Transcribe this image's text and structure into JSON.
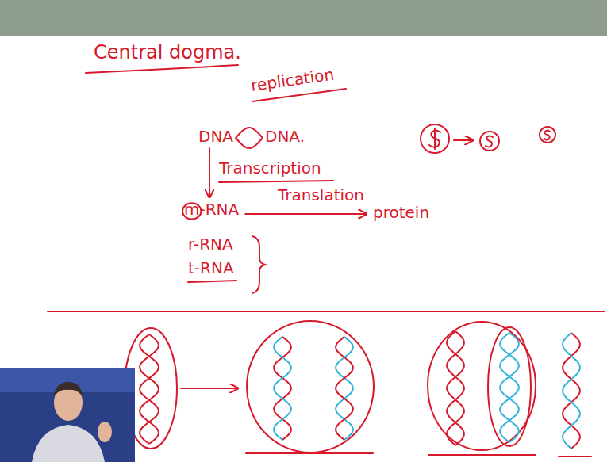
{
  "diagram": {
    "title": "Central dogma.",
    "nodes": [
      {
        "text": [
          "DNA"
        ]
      },
      {
        "text": [
          "DNA."
        ]
      },
      {
        "text": [
          "m-RNA"
        ]
      },
      {
        "text": [
          "protein"
        ]
      }
    ],
    "edges": [
      {
        "from": 0,
        "to": 1,
        "label": "replication",
        "arrow": "none"
      },
      {
        "from": 0,
        "to": 2,
        "label": "Transcription",
        "arrow": "to"
      },
      {
        "from": 2,
        "to": 3,
        "label": "Translation",
        "arrow": "to"
      }
    ],
    "labels": [
      "r-RNA",
      "t-RNA"
    ]
  }
}
